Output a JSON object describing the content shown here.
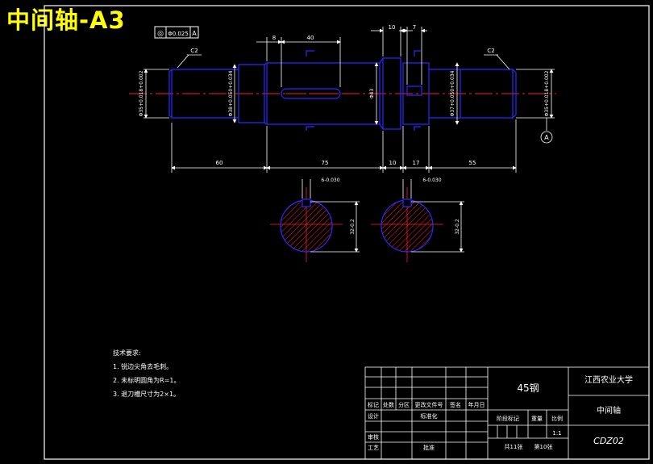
{
  "title": "中间轴-A3",
  "tolerance_frame": {
    "symbol": "◎",
    "value": "Φ0.025",
    "datum": "A"
  },
  "chamfers": [
    "C2",
    "C2"
  ],
  "diameters": {
    "d1": "Φ35+0.018+0.002",
    "d2": "Φ38+0.050+0.034",
    "d3": "Φ43",
    "d4": "Φ37+0.050+0.034",
    "d5": "Φ35+0.018+0.002"
  },
  "length_dims": {
    "top": [
      "8",
      "40",
      "10",
      "7"
    ],
    "bottom": [
      "60",
      "75",
      "10",
      "17",
      "55"
    ]
  },
  "datum_label": "A",
  "sections": {
    "left": {
      "width": "6-0.030",
      "depth": "32-0.2"
    },
    "right": {
      "width": "6-0.030",
      "depth": "32-0.2"
    }
  },
  "notes": {
    "heading": "技术要求:",
    "items": [
      "1. 锐边尖角去毛刺。",
      "2. 未标明圆角为R=1。",
      "3. 退刀槽尺寸为2×1。"
    ]
  },
  "title_block": {
    "material": "45钢",
    "school": "江西农业大学",
    "part_name": "中间轴",
    "drawing_no": "CDZ02",
    "scale_value": "1:1",
    "headers": [
      "标记",
      "处数",
      "分区",
      "更改文件号",
      "签名",
      "年月日"
    ],
    "row_design": "设计",
    "row_standard": "标准化",
    "row_review": "审核",
    "row_process": "工艺",
    "row_approve": "批准",
    "stage_label": "阶段标记",
    "weight_label": "重量",
    "scale_label": "比例",
    "sheets": "共11张",
    "sheet_no": "第10张"
  },
  "colors": {
    "background": "#000000",
    "frame": "#ffffff",
    "outline": "#2a2aff",
    "center_line": "#ff2020",
    "hatch": "#ff2020",
    "title": "#ffff00"
  }
}
